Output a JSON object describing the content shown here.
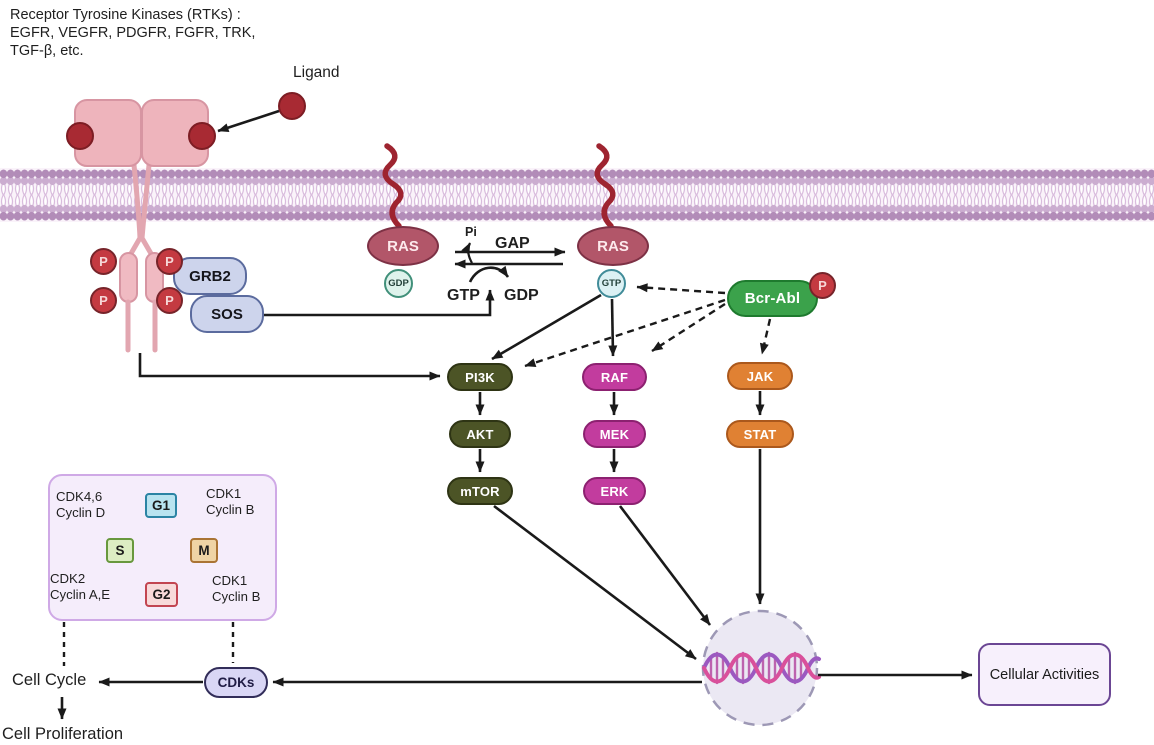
{
  "note": {
    "line1": "Receptor Tyrosine Kinases (RTKs) :",
    "line2": "EGFR, VEGFR, PDGFR, FGFR, TRK,",
    "line3": "TGF-β, etc."
  },
  "ligand_label": "Ligand",
  "phospho": "P",
  "adapters": {
    "grb2": "GRB2",
    "sos": "SOS"
  },
  "ras_gdp": {
    "name": "RAS",
    "nucleotide": "GDP"
  },
  "ras_gtp": {
    "name": "RAS",
    "nucleotide": "GTP"
  },
  "exchange": {
    "pi": "Pi",
    "gap": "GAP",
    "gtp": "GTP",
    "gdp": "GDP"
  },
  "oncoprotein": {
    "name": "Bcr-Abl",
    "phospho": "P"
  },
  "cascades": {
    "pi3k": {
      "n1": "PI3K",
      "n2": "AKT",
      "n3": "mTOR"
    },
    "mapk": {
      "n1": "RAF",
      "n2": "MEK",
      "n3": "ERK"
    },
    "jak_stat": {
      "n1": "JAK",
      "n2": "STAT"
    }
  },
  "cell_cycle": {
    "phases": {
      "g1": "G1",
      "s": "S",
      "g2": "G2",
      "m": "M"
    },
    "cdk_top_left": {
      "l1": "CDK4,6",
      "l2": "Cyclin D"
    },
    "cdk_top_right": {
      "l1": "CDK1",
      "l2": "Cyclin B"
    },
    "cdk_bottom_left": {
      "l1": "CDK2",
      "l2": "Cyclin A,E"
    },
    "cdk_bottom_right": {
      "l1": "CDK1",
      "l2": "Cyclin B"
    }
  },
  "cdks_label": "CDKs",
  "cell_cycle_label": "Cell Cycle",
  "cell_proliferation_label": "Cell Proliferation",
  "cellular_activities_label": "Cellular Activities",
  "colors": {
    "olive": "#4c5426",
    "olive-border": "#2e3414",
    "magenta": "#c23c9e",
    "magenta-border": "#8c2170",
    "orange": "#e08133",
    "orange-border": "#ab581c",
    "green": "#3ba24b",
    "green-border": "#1e7a2e",
    "ras": "#b25669",
    "ras-border": "#7d3145",
    "phospho": "#c43a41",
    "phospho-border": "#77242a",
    "gdp-fill": "#def3ec",
    "gdp-border": "#41907a",
    "gtp-fill": "#dcf1f4",
    "gtp-border": "#418c99",
    "periwinkle": "#cdd4ec",
    "periwinkle-border": "#5b6b9e",
    "lavender": "#f5edfb",
    "lavender-border": "#cfa9e6",
    "cdks-fill": "#d9d6f5",
    "cdks-border": "#322d59",
    "activities-fill": "#f7f0fc",
    "activities-border": "#6b4694",
    "membrane-head": "#b28cb8",
    "membrane-head-light": "#cbadd0",
    "nucleus-fill": "#ebe8f3",
    "nucleus-border": "#9d98b5",
    "dna-pink": "#d9509b",
    "dna-purple": "#9b59c0",
    "arrow": "#1a1a1a",
    "squiggle": "#9e2430",
    "receptor-fill": "#eeb4bc",
    "receptor-border": "#d795a2"
  }
}
